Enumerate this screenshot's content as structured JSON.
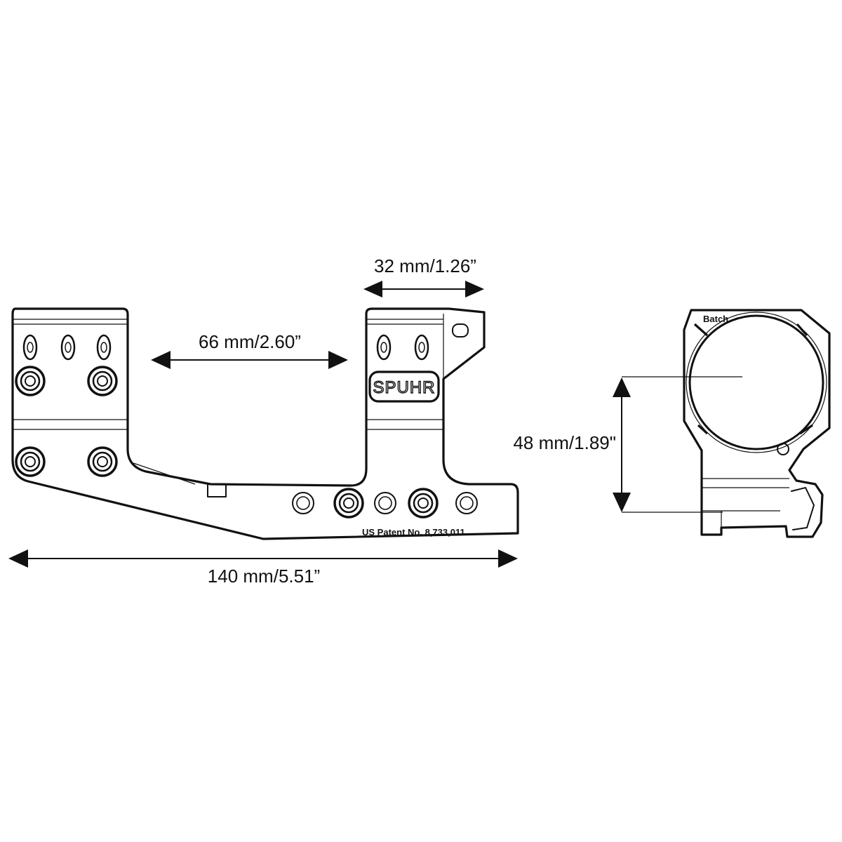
{
  "dimensions": {
    "ring_width": "32 mm/1.26”",
    "ring_spacing": "66 mm/2.60”",
    "total_length": "140 mm/5.51”",
    "center_height": "48 mm/1.89\""
  },
  "markings": {
    "brand": "SPUHR",
    "patent": "US Patent No. 8,733,011",
    "batch": "Batch"
  },
  "colors": {
    "line": "#111111",
    "background": "#ffffff"
  }
}
